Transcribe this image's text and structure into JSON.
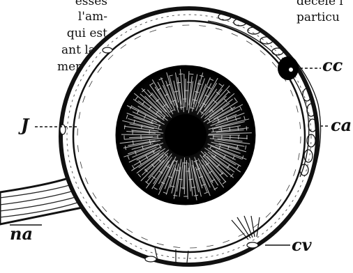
{
  "left_text_lines": [
    "esses",
    "l'am-",
    "qui est",
    "ant la",
    "ments,"
  ],
  "right_text_lines": [
    "décèle l",
    "particu"
  ],
  "labels": {
    "cc": "cc",
    "ca": "ca",
    "J": "J",
    "cv": "cv",
    "na": "na"
  }
}
